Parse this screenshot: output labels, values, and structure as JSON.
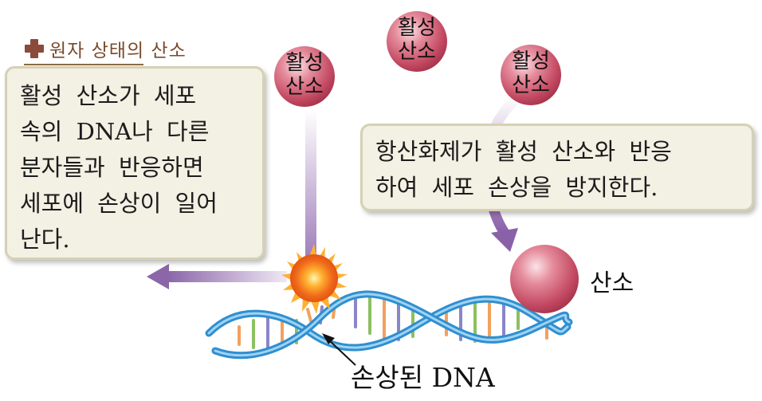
{
  "heading": {
    "title": "원자 상태의 산소"
  },
  "left_box": {
    "lines": [
      "활성 산소가 세포",
      "속의 DNA나 다른",
      "분자들과 반응하면",
      "세포에 손상이 일어",
      "난다."
    ]
  },
  "right_box": {
    "lines": [
      "항산화제가 활성 산소와 반응",
      "하여 세포 손상을 방지한다."
    ]
  },
  "spheres": {
    "active1": {
      "line1": "활",
      "line1b": "성",
      "line2": "산소"
    },
    "active2": {
      "line1": "활성",
      "line2": "산소"
    },
    "active3": {
      "line1": "활성",
      "line2": "산소"
    }
  },
  "oxygen_label": "산소",
  "dna_label": "손상된 DNA",
  "colors": {
    "heading": "#7a4a2c",
    "box_fill": "#f3f0e4",
    "box_border": "#d6d1b4",
    "sphere": "#d9647a",
    "arrow_purple": "#8e6aaa",
    "dna_blue": "#2f8fd0"
  }
}
